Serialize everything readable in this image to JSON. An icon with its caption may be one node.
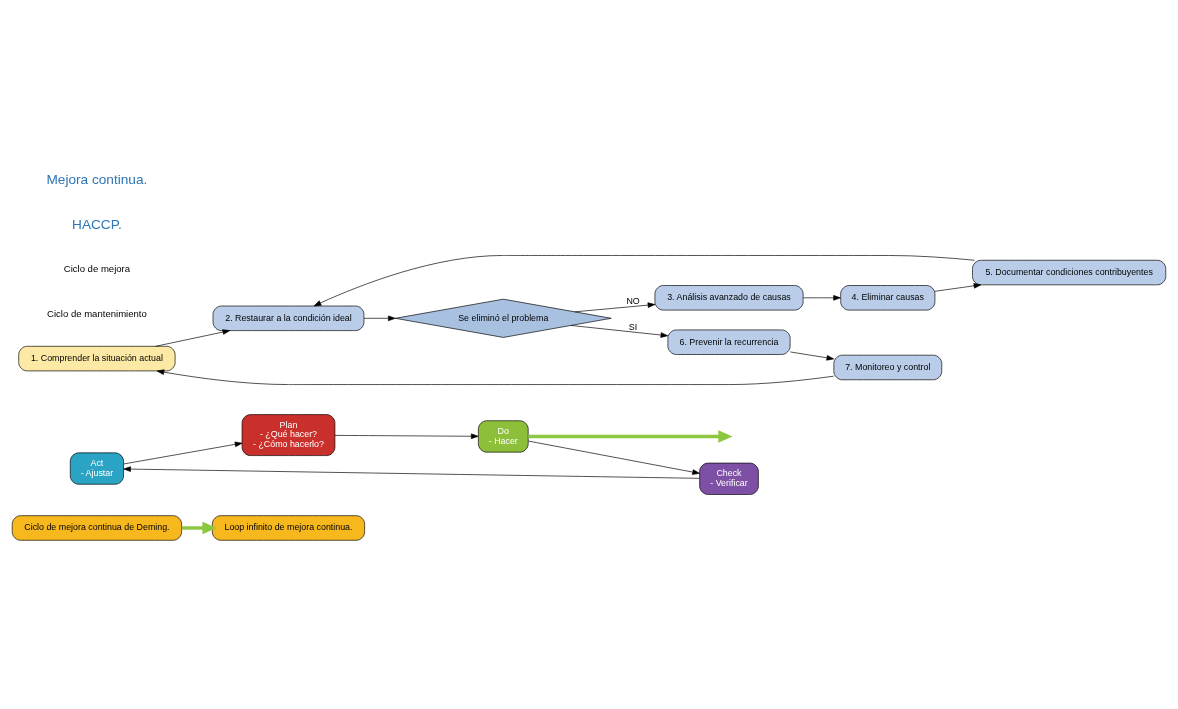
{
  "diagram": {
    "nodes": [
      {
        "text": [
          "Ciclo de mejora continua de Deming."
        ]
      },
      {
        "text": [
          "Loop infinito de mejora continua."
        ]
      },
      {
        "text": [
          "Act",
          "- Ajustar"
        ]
      },
      {
        "text": [
          "Plan",
          "- ¿Qué hacer?",
          "- ¿Cómo hacerlo?"
        ]
      },
      {
        "text": [
          "Check",
          "- Verificar"
        ]
      },
      {
        "text": [
          "Do",
          "- Hacer"
        ]
      },
      {
        "text": [
          "1. Comprender la situación actual"
        ]
      },
      {
        "text": [
          "2. Restaurar a la condición ideal"
        ]
      },
      {
        "text": [
          "Se eliminó el problema"
        ]
      },
      {
        "text": [
          "3. Análisis avanzado de causas"
        ]
      },
      {
        "text": [
          "4. Eliminar causas"
        ]
      },
      {
        "text": [
          "5. Documentar condiciones contribuyentes"
        ]
      },
      {
        "text": [
          "6. Prevenir la recurrencia"
        ]
      },
      {
        "text": [
          "7. Monitoreo y control"
        ]
      }
    ],
    "edges": [
      {
        "from": 0,
        "to": 1,
        "arrow": "to",
        "style": "thick",
        "color": "#8dc63f"
      },
      {
        "from": 2,
        "to": 3,
        "arrow": "to"
      },
      {
        "from": 3,
        "to": 5,
        "arrow": "to"
      },
      {
        "from": 5,
        "to": 4,
        "arrow": "to"
      },
      {
        "from": 4,
        "to": 2,
        "arrow": "to"
      },
      {
        "from": 6,
        "to": 7,
        "arrow": "to"
      },
      {
        "from": 7,
        "to": 8,
        "arrow": "to"
      },
      {
        "from": 8,
        "to": 9,
        "arrow": "to",
        "label": "NO"
      },
      {
        "from": 9,
        "to": 10,
        "arrow": "to"
      },
      {
        "from": 10,
        "to": 11,
        "arrow": "to"
      },
      {
        "from": 11,
        "to": 7,
        "arrow": "to"
      },
      {
        "from": 8,
        "to": 12,
        "arrow": "to",
        "label": "SI"
      },
      {
        "from": 12,
        "to": 13,
        "arrow": "to"
      },
      {
        "from": 13,
        "to": 6,
        "arrow": "to"
      },
      {
        "from": 5,
        "to": null,
        "arrow": "to",
        "style": "thick",
        "color": "#8dc63f"
      }
    ],
    "labels": [
      "Ciclo de mantenimiento",
      "Ciclo de mejora",
      "HACCP.",
      "Mejora continua."
    ]
  }
}
